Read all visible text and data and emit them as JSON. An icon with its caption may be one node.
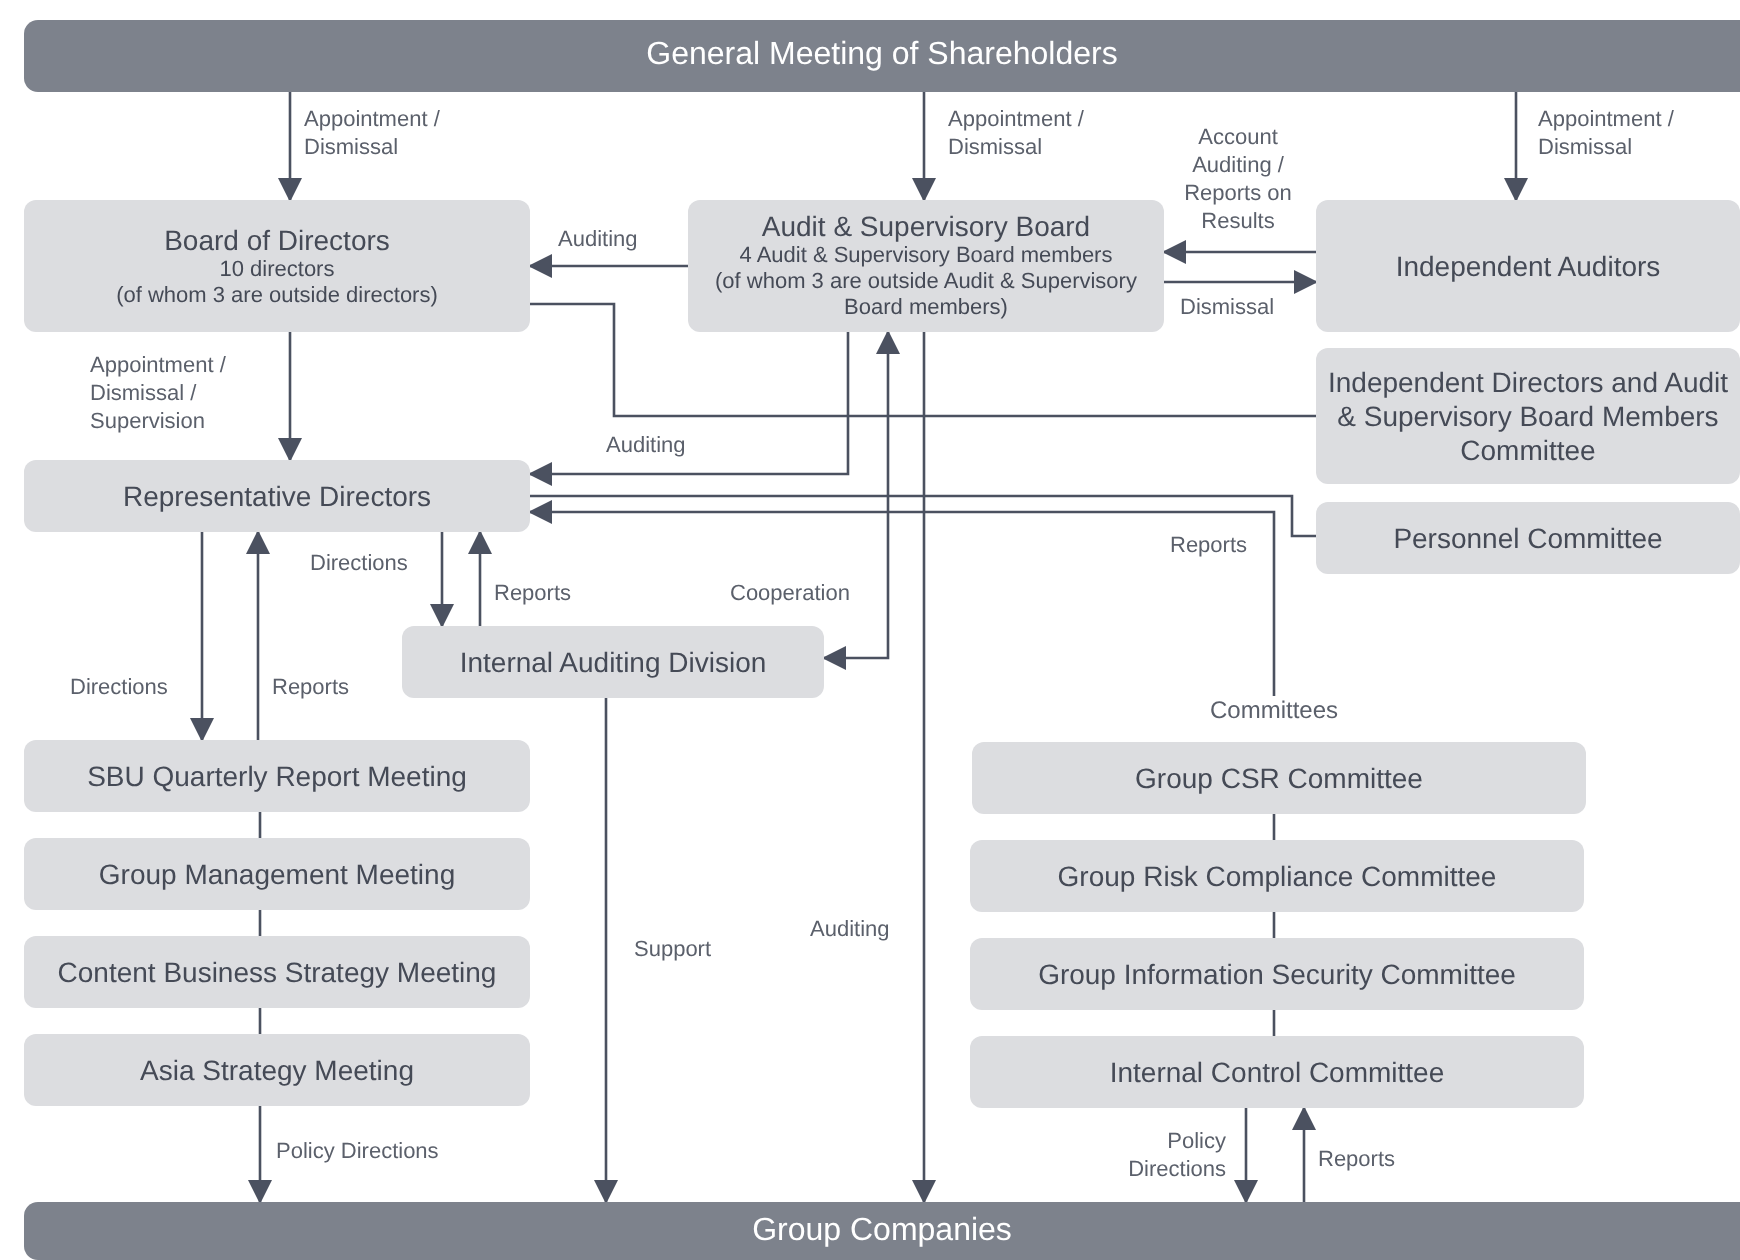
{
  "diagram": {
    "nodes": [
      {
        "text": [
          "General Meeting of Shareholders"
        ]
      },
      {
        "text": [
          "Board of Directors",
          "10 directors",
          "(of whom 3 are outside directors)"
        ]
      },
      {
        "text": [
          "Audit & Supervisory Board",
          "4 Audit & Supervisory Board members",
          "(of whom 3 are outside Audit & Supervisory Board members)"
        ]
      },
      {
        "text": [
          "Independent Auditors"
        ]
      },
      {
        "text": [
          "Independent Directors and Audit & Supervisory Board Members Committee"
        ]
      },
      {
        "text": [
          "Representative Directors"
        ]
      },
      {
        "text": [
          "Personnel Committee"
        ]
      },
      {
        "text": [
          "Internal Auditing Division"
        ]
      },
      {
        "text": [
          "SBU Quarterly Report Meeting"
        ]
      },
      {
        "text": [
          "Group Management Meeting"
        ]
      },
      {
        "text": [
          "Content Business Strategy Meeting"
        ]
      },
      {
        "text": [
          "Asia Strategy Meeting"
        ]
      },
      {
        "text": [
          "Committees"
        ]
      },
      {
        "text": [
          "Group CSR Committee"
        ]
      },
      {
        "text": [
          "Group Risk Compliance Committee"
        ]
      },
      {
        "text": [
          "Group Information Security Committee"
        ]
      },
      {
        "text": [
          "Internal Control Committee"
        ]
      },
      {
        "text": [
          "Group Companies"
        ]
      }
    ],
    "edges": [
      {
        "from": 0,
        "to": 1,
        "arrow": "to",
        "label": "Appointment / Dismissal"
      },
      {
        "from": 0,
        "to": 2,
        "arrow": "to",
        "label": "Appointment / Dismissal"
      },
      {
        "from": 0,
        "to": 3,
        "arrow": "to",
        "label": "Appointment / Dismissal"
      },
      {
        "from": 2,
        "to": 1,
        "arrow": "to",
        "label": "Auditing"
      },
      {
        "from": 3,
        "to": 2,
        "arrow": "to",
        "label": "Account Auditing / Reports on Results"
      },
      {
        "from": 2,
        "to": 3,
        "arrow": "to",
        "label": "Dismissal"
      },
      {
        "from": 1,
        "to": 4,
        "arrow": "none"
      },
      {
        "from": 1,
        "to": 5,
        "arrow": "to",
        "label": "Appointment / Dismissal / Supervision"
      },
      {
        "from": 2,
        "to": 5,
        "arrow": "to",
        "label": "Auditing"
      },
      {
        "from": 5,
        "to": 6,
        "arrow": "none"
      },
      {
        "from": 12,
        "to": 5,
        "arrow": "to",
        "label": "Reports"
      },
      {
        "from": 5,
        "to": 7,
        "arrow": "to",
        "label": "Directions"
      },
      {
        "from": 7,
        "to": 5,
        "arrow": "to",
        "label": "Reports"
      },
      {
        "from": 2,
        "to": 7,
        "arrow": "both",
        "label": "Cooperation"
      },
      {
        "from": 5,
        "to": 8,
        "arrow": "to",
        "label": "Directions"
      },
      {
        "from": 8,
        "to": 5,
        "arrow": "to",
        "label": "Reports"
      },
      {
        "from": 8,
        "to": 9,
        "arrow": "none"
      },
      {
        "from": 9,
        "to": 10,
        "arrow": "none"
      },
      {
        "from": 10,
        "to": 11,
        "arrow": "none"
      },
      {
        "from": 11,
        "to": 17,
        "arrow": "to",
        "label": "Policy Directions"
      },
      {
        "from": 7,
        "to": 17,
        "arrow": "to",
        "label": "Support"
      },
      {
        "from": 2,
        "to": 17,
        "arrow": "to",
        "label": "Auditing"
      },
      {
        "from": 13,
        "to": 14,
        "arrow": "none"
      },
      {
        "from": 14,
        "to": 15,
        "arrow": "none"
      },
      {
        "from": 15,
        "to": 16,
        "arrow": "none"
      },
      {
        "from": 16,
        "to": 17,
        "arrow": "to",
        "label": "Policy Directions"
      },
      {
        "from": 17,
        "to": 16,
        "arrow": "to",
        "label": "Reports"
      }
    ]
  }
}
